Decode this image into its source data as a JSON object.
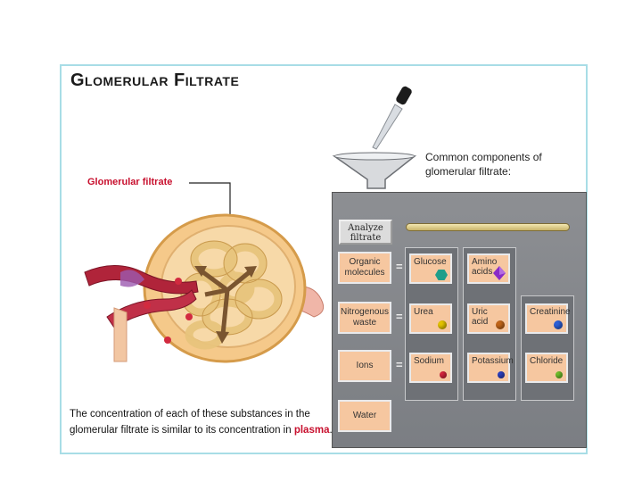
{
  "title": "Glomerular Filtrate",
  "label_filtrate": "Glomerular filtrate",
  "caption": {
    "text": "The concentration of each of these substances in the glomerular filtrate is similar to its concentration in",
    "highlight": "plasma",
    "end": "."
  },
  "common_text": "Common components of glomerular filtrate:",
  "analyze_label": "Analyze filtrate",
  "categories": [
    {
      "label": "Organic molecules"
    },
    {
      "label": "Nitrogenous waste"
    },
    {
      "label": "Ions"
    },
    {
      "label": "Water"
    }
  ],
  "items": {
    "glucose": {
      "label": "Glucose",
      "icon": "hexagon-icon",
      "color": "#1f9e8a"
    },
    "amino": {
      "label": "Amino acids",
      "icon": "pyramid-icon",
      "color": "#8a2bc8"
    },
    "urea": {
      "label": "Urea",
      "icon": "sphere-icon",
      "color": "#e2c200"
    },
    "uric": {
      "label": "Uric acid",
      "icon": "sphere-icon",
      "color": "#c0651a"
    },
    "creatinine": {
      "label": "Creatinine",
      "icon": "sphere-icon",
      "color": "#2d5fd6"
    },
    "sodium": {
      "label": "Sodium",
      "icon": "sphere-icon",
      "color": "#d6243d"
    },
    "potassium": {
      "label": "Potassium",
      "icon": "sphere-icon",
      "color": "#2b3fc0"
    },
    "chloride": {
      "label": "Chloride",
      "icon": "sphere-icon",
      "color": "#6fbf2b"
    }
  },
  "eq_sign": "="
}
